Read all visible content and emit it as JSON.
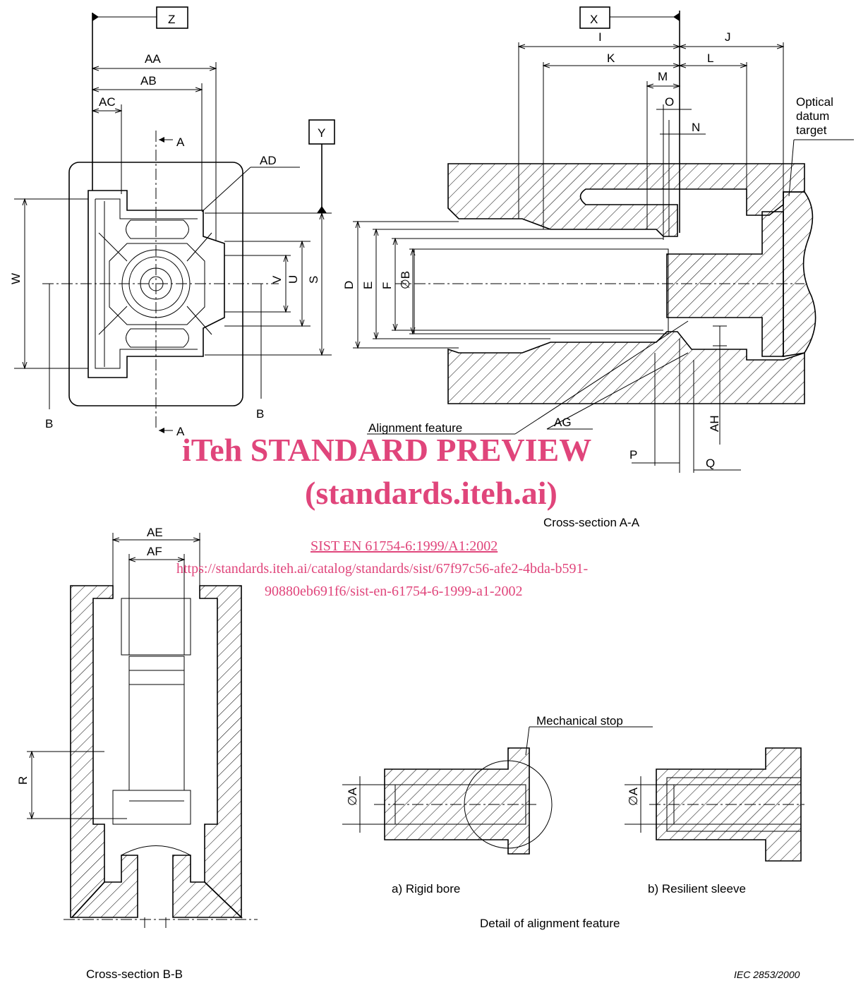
{
  "labels": {
    "Z": "Z",
    "X": "X",
    "Y": "Y",
    "I": "I",
    "J": "J",
    "K": "K",
    "L": "L",
    "M": "M",
    "N": "N",
    "O": "O",
    "P": "P",
    "Q": "Q",
    "R": "R",
    "S": "S",
    "U": "U",
    "V": "V",
    "W": "W",
    "D": "D",
    "E": "E",
    "F": "F",
    "OB": "∅B",
    "OA": "∅A",
    "AA": "AA",
    "AB": "AB",
    "AC": "AC",
    "AD": "AD",
    "AE": "AE",
    "AF": "AF",
    "AG": "AG",
    "AH": "AH",
    "A": "A",
    "B": "B"
  },
  "notes": {
    "optical_datum": [
      "Optical",
      "datum",
      "target"
    ],
    "alignment_feature": "Alignment feature",
    "mechanical_stop": "Mechanical stop"
  },
  "captions": {
    "section_aa": "Cross-section A-A",
    "section_bb": "Cross-section B-B",
    "rigid_bore": "a) Rigid bore",
    "resilient_sleeve": "b) Resilient sleeve",
    "detail": "Detail of alignment feature",
    "figure_ref": "IEC   2853/2000"
  },
  "watermark": {
    "title": "iTeh STANDARD PREVIEW",
    "subtitle": "(standards.iteh.ai)",
    "std": "SIST EN 61754-6:1999/A1:2002",
    "url1": "https://standards.iteh.ai/catalog/standards/sist/67f97c56-afe2-4bda-b591-",
    "url2": "90880eb691f6/sist-en-61754-6-1999-a1-2002"
  }
}
